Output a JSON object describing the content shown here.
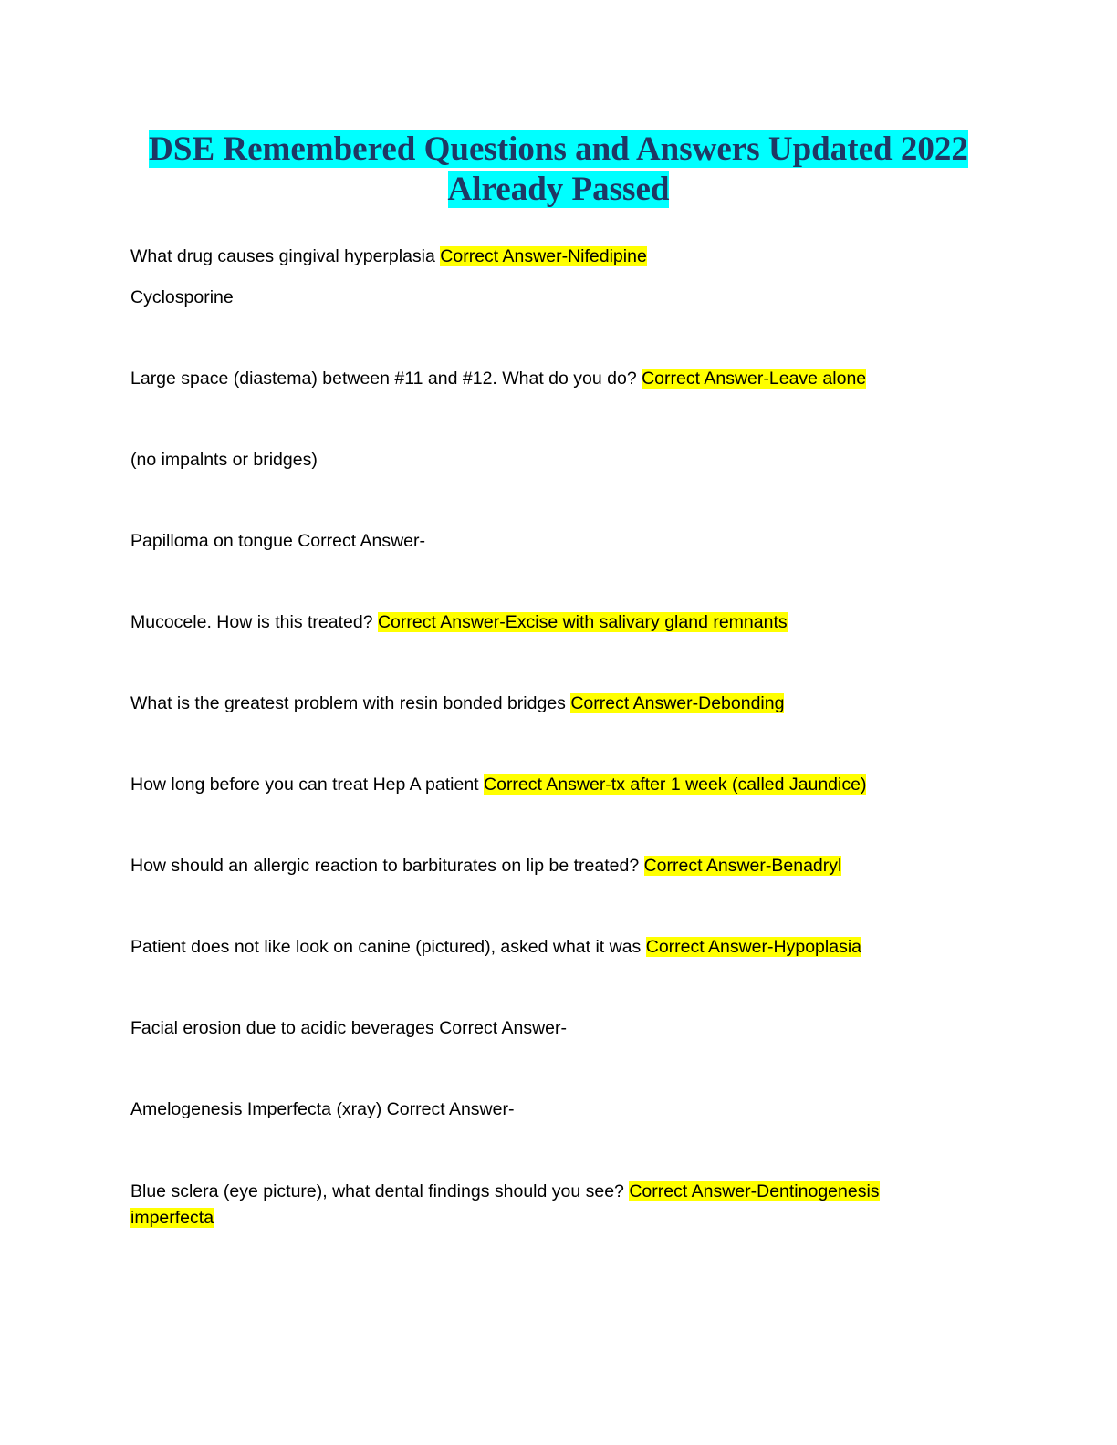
{
  "title": {
    "line1": "DSE Remembered Questions and Answers Updated 2022",
    "line2": "Already Passed"
  },
  "colors": {
    "title_highlight": "#00ffff",
    "title_text": "#1f3864",
    "answer_highlight": "#ffff00"
  },
  "items": [
    {
      "question": "What drug causes gingival hyperplasia ",
      "answer": "Correct Answer-Nifedipine"
    },
    {
      "question": "Cyclosporine",
      "answer": ""
    },
    {
      "question": "Large space (diastema) between #11 and #12. What do you do? ",
      "answer": "Correct Answer-Leave alone"
    },
    {
      "question": "(no impalnts or bridges)",
      "answer": ""
    },
    {
      "question": "Papilloma on tongue Correct Answer-",
      "answer": ""
    },
    {
      "question": "Mucocele. How is this treated? ",
      "answer": "Correct Answer-Excise with salivary gland remnants"
    },
    {
      "question": "What is the greatest problem with resin bonded bridges ",
      "answer": "Correct Answer-Debonding"
    },
    {
      "question": "How long before you can treat Hep A patient ",
      "answer": "Correct Answer-tx after 1 week (called Jaundice)"
    },
    {
      "question": "How should an allergic reaction to barbiturates on lip be treated? ",
      "answer": "Correct Answer-Benadryl"
    },
    {
      "question": "Patient does not like look on canine (pictured), asked what it was ",
      "answer": "Correct Answer-Hypoplasia"
    },
    {
      "question": "Facial erosion due to acidic beverages Correct Answer-",
      "answer": ""
    },
    {
      "question": "Amelogenesis Imperfecta (xray) Correct Answer-",
      "answer": ""
    },
    {
      "question": "Blue sclera (eye picture), what dental findings should you see? ",
      "answer": "Correct Answer-Dentinogenesis",
      "answer_cont": "imperfecta"
    }
  ]
}
